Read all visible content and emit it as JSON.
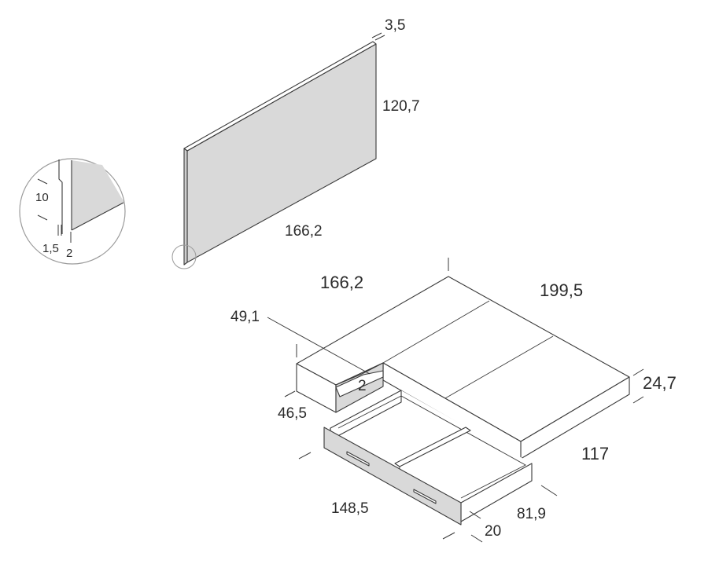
{
  "dimensions": {
    "panel_thickness": "3,5",
    "panel_height": "120,7",
    "panel_width": "166,2",
    "detail_height": "10",
    "detail_step": "1,5",
    "detail_thickness": "2",
    "base_width": "166,2",
    "base_length": "199,5",
    "side_module_depth": "49,1",
    "side_module_width": "46,5",
    "gap": "2",
    "base_height": "24,7",
    "base_side": "117",
    "drawer_length": "148,5",
    "drawer_depth": "81,9",
    "drawer_height": "20"
  }
}
